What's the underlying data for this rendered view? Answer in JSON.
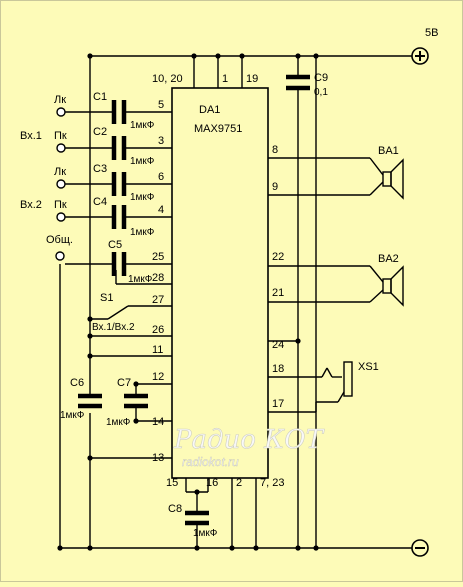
{
  "power": {
    "pos_label": "5В",
    "pos_symbol": "+",
    "neg_symbol": "−"
  },
  "chip": {
    "name": "DA1",
    "part": "MAX9751"
  },
  "inputs": [
    {
      "label": "Лк"
    },
    {
      "label": "Пк",
      "group": "Вх.1"
    },
    {
      "label": "Лк"
    },
    {
      "label": "Пк",
      "group": "Вх.2"
    },
    {
      "label": "Общ."
    }
  ],
  "capacitors": [
    {
      "ref": "C1",
      "value": "1мкФ"
    },
    {
      "ref": "C2",
      "value": "1мкФ"
    },
    {
      "ref": "C3",
      "value": "1мкФ"
    },
    {
      "ref": "C4",
      "value": "1мкФ"
    },
    {
      "ref": "C5",
      "value": "1мкФ"
    },
    {
      "ref": "C6",
      "value": "1мкФ"
    },
    {
      "ref": "C7",
      "value": "1мкФ"
    },
    {
      "ref": "C8",
      "value": "1мкФ"
    },
    {
      "ref": "C9",
      "value": "0,1"
    }
  ],
  "switch": {
    "ref": "S1",
    "label": "Вх.1/Вх.2"
  },
  "speakers": [
    {
      "ref": "BA1"
    },
    {
      "ref": "BA2"
    }
  ],
  "jack": {
    "ref": "XS1"
  },
  "pins": {
    "top_a": "10, 20",
    "top_b": "1",
    "top_c": "19",
    "left": [
      "5",
      "3",
      "6",
      "4",
      "25",
      "28",
      "27",
      "26",
      "11",
      "12",
      "14",
      "13"
    ],
    "right": [
      "8",
      "9",
      "22",
      "21",
      "24",
      "18",
      "17"
    ],
    "bottom": [
      "15",
      "16",
      "2",
      "7, 23"
    ]
  },
  "watermark": {
    "brand": "Радио КОТ",
    "site": "radiokot.ru"
  }
}
